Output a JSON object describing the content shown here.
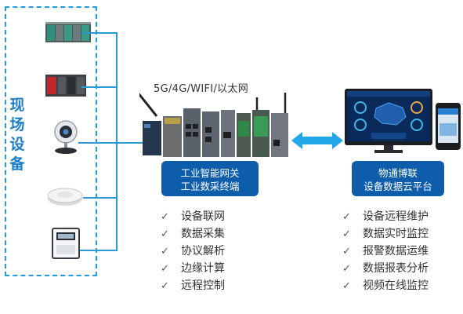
{
  "field_devices": {
    "label": "现场\n设备",
    "items": [
      "plc-rack",
      "plc-module",
      "webcam",
      "smoke-detector",
      "electric-meter"
    ]
  },
  "gateway": {
    "network_label": "5G/4G/WIFI/以太网",
    "box_line1": "工业智能网关",
    "box_line2": "工业数采终端",
    "features": [
      "设备联网",
      "数据采集",
      "协议解析",
      "边缘计算",
      "远程控制"
    ]
  },
  "platform": {
    "box_line1": "物通博联",
    "box_line2": "设备数据云平台",
    "features": [
      "设备远程维护",
      "数据实时监控",
      "报警数据运维",
      "数据报表分析",
      "视频在线监控"
    ]
  },
  "check_mark": "✓",
  "colors": {
    "frame": "#1e9be0",
    "box": "#0d5dab",
    "line": "#2a9ad6",
    "arrow": "#22a7ea"
  }
}
